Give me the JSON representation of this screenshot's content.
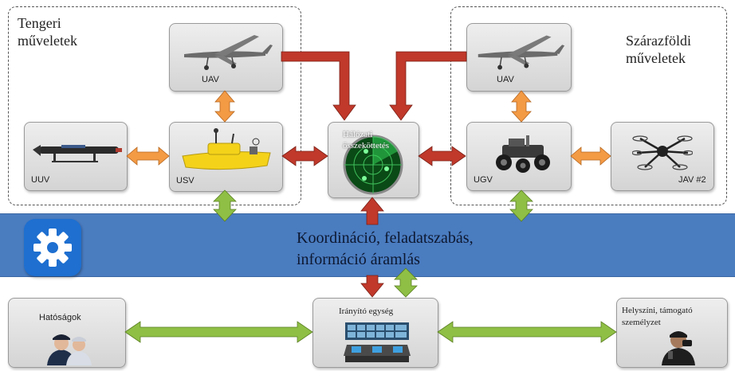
{
  "regions": {
    "naval": {
      "title": "Tengeri\nműveletek"
    },
    "land": {
      "title": "Szárazföldi\nműveletek"
    }
  },
  "nodes": {
    "uav_naval": {
      "label": "UAV",
      "icon": "fixed-wing-drone"
    },
    "uuv": {
      "label": "UUV",
      "icon": "underwater-vehicle"
    },
    "usv": {
      "label": "USV",
      "icon": "surface-vessel"
    },
    "network": {
      "label": "Hálózati\nösszeköttetés",
      "icon": "radar-scope"
    },
    "uav_land": {
      "label": "UAV",
      "icon": "fixed-wing-drone"
    },
    "ugv": {
      "label": "UGV",
      "icon": "ground-robot"
    },
    "jav2": {
      "label": "JAV #2",
      "icon": "hexacopter"
    },
    "hatosagok": {
      "label": "Hatóságok",
      "icon": "authority-personnel"
    },
    "control": {
      "label": "Irányító egység",
      "icon": "control-room"
    },
    "field_staff": {
      "label": "Helyszíni, támogató\nszemélyzet",
      "icon": "field-operator"
    }
  },
  "band": {
    "text_line1": "Koordináció, feladatszabás,",
    "text_line2": "információ áramlás",
    "icon": "gear"
  },
  "colors": {
    "red_arrow": "#c0392b",
    "orange_arrow": "#f39a45",
    "green_arrow": "#8fbf45",
    "band": "#4a7cc0",
    "gear_tile": "#1e6fd0"
  }
}
